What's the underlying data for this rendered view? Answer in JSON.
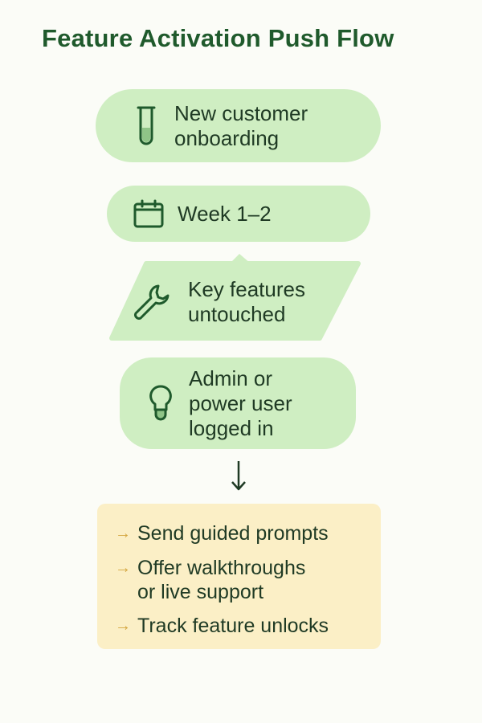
{
  "title": "Feature Activation Push Flow",
  "nodes": {
    "onboarding": {
      "label": "New customer\nonboarding",
      "icon": "test-tube-icon"
    },
    "timing": {
      "label": "Week 1–2",
      "icon": "calendar-icon"
    },
    "condition": {
      "label": "Key features\nuntouched",
      "icon": "wrench-icon"
    },
    "user": {
      "label": "Admin or\npower user\nlogged in",
      "icon": "lightbulb-icon"
    }
  },
  "actions": [
    {
      "label": "Send guided prompts",
      "icon": "arrow-right-icon"
    },
    {
      "label": "Offer walkthroughs\nor live support",
      "icon": "arrow-right-icon"
    },
    {
      "label": "Track feature unlocks",
      "icon": "arrow-right-icon"
    }
  ],
  "colors": {
    "title": "#1f5a2c",
    "node_fill": "#cfeec2",
    "icon_stroke": "#1f5a2c",
    "action_fill": "#fbefc6",
    "action_arrow": "#d4a640"
  }
}
